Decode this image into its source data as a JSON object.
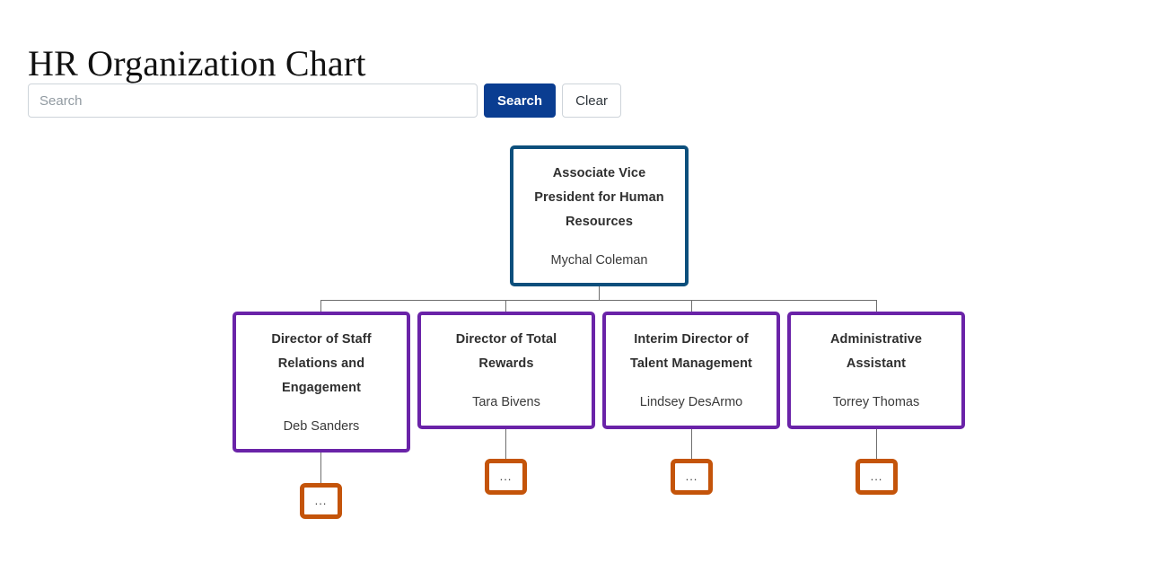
{
  "page": {
    "title": "HR Organization Chart"
  },
  "search": {
    "placeholder": "Search",
    "value": "",
    "search_label": "Search",
    "clear_label": "Clear"
  },
  "colors": {
    "root_border": "#0d4f7c",
    "dept_border": "#6a23a8",
    "ellipsis_border": "#c4540a",
    "search_button_bg": "#0a3d91",
    "connector": "#6f6f6f"
  },
  "chart_data": {
    "type": "tree",
    "title": "HR Organization Chart",
    "root": {
      "title_lines": [
        "Associate Vice",
        "President for Human",
        "Resources"
      ],
      "person": "Mychal Coleman"
    },
    "children": [
      {
        "title_lines": [
          "Director of Staff",
          "Relations and",
          "Engagement"
        ],
        "person": "Deb Sanders",
        "expand_label": "...",
        "has_collapsed_children": true
      },
      {
        "title_lines": [
          "Director of Total",
          "Rewards"
        ],
        "person": "Tara Bivens",
        "expand_label": "...",
        "has_collapsed_children": true
      },
      {
        "title_lines": [
          "Interim Director of",
          "Talent Management"
        ],
        "person": "Lindsey DesArmo",
        "expand_label": "...",
        "has_collapsed_children": true
      },
      {
        "title_lines": [
          "Administrative",
          "Assistant"
        ],
        "person": "Torrey Thomas",
        "expand_label": "...",
        "has_collapsed_children": true
      }
    ]
  }
}
